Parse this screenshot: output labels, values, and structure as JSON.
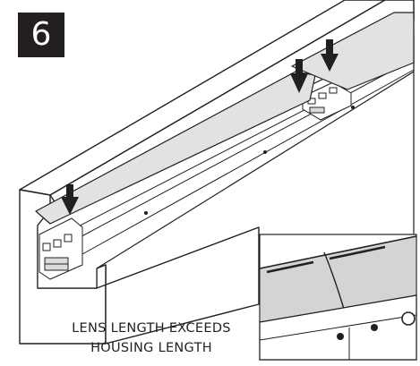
{
  "step": {
    "number": "6"
  },
  "caption": {
    "line1": "LENS LENGTH EXCEEDS",
    "line2": "HOUSING LENGTH"
  },
  "colors": {
    "line": "#231f20",
    "lens": "#e2e2e2",
    "housing_face": "#ffffff",
    "badge": "#231f20"
  },
  "icons": [
    "down-arrow-icon"
  ]
}
